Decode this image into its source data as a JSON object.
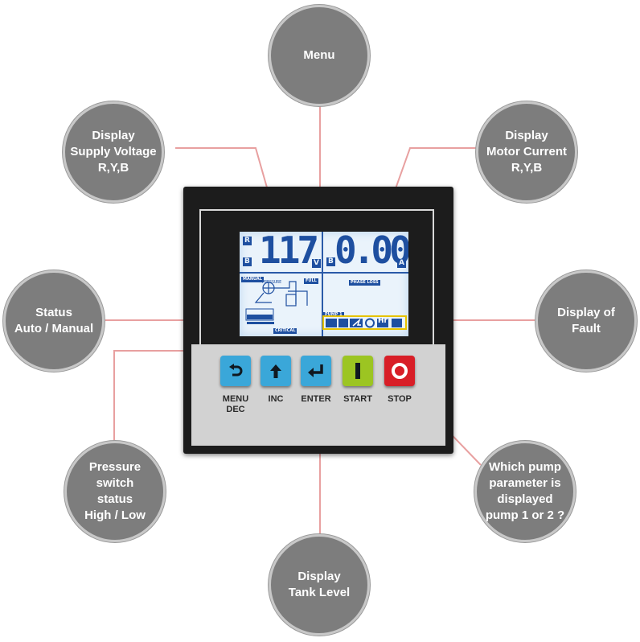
{
  "callouts": {
    "menu": "Menu",
    "supply_voltage": "Display\nSupply Voltage\nR,Y,B",
    "motor_current": "Display\nMotor Current\nR,Y,B",
    "status": "Status\nAuto / Manual",
    "fault": "Display of\nFault",
    "pressure_switch": "Pressure\nswitch\nstatus\nHigh / Low",
    "pump_parameter": "Which pump\nparameter is\ndisplayed\npump 1 or 2 ?",
    "tank_level": "Display\nTank Level"
  },
  "display": {
    "phase_left_top": "R",
    "phase_left_bottom": "B",
    "voltage_value": "117",
    "voltage_unit": "V",
    "phase_right_bottom": "B",
    "current_value": "0.00",
    "current_unit": "A",
    "manual_tag": "MANUAL",
    "pressure_tag": "PRESSURE",
    "full_tag": "FULL",
    "phase_loss_tag": "PHASE LOSS",
    "pump_tag": "PUMP 1",
    "hr_label": "Hr",
    "tank_tag": "CRITICAL"
  },
  "keys": {
    "menu_label": "MENU\nDEC",
    "inc_label": "INC",
    "enter_label": "ENTER",
    "start_label": "START",
    "stop_label": "STOP"
  },
  "colors": {
    "callout_line": "#e8a0a0",
    "bubble_fill": "#7d7d7d",
    "lcd_blue": "#1e4fa0",
    "key_blue": "#3aa7d9",
    "key_green": "#9cc522",
    "key_red": "#d81e27"
  }
}
